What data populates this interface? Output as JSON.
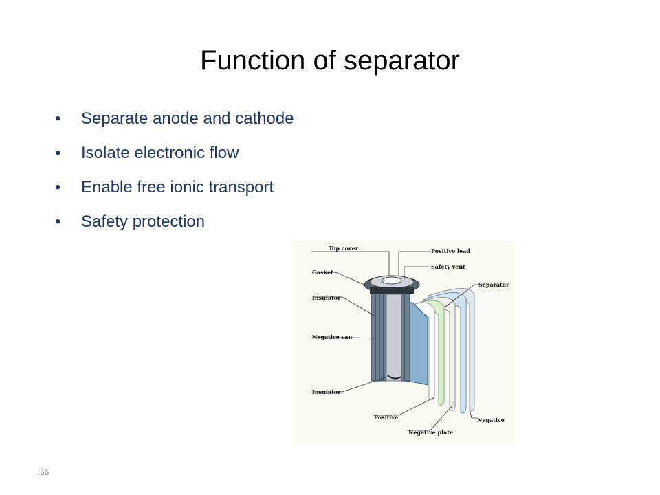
{
  "slide": {
    "title": "Function of separator",
    "bullets": [
      "Separate anode and cathode",
      "Isolate electronic flow",
      "Enable free ionic transport",
      "Safety protection"
    ],
    "bullet_glyph": "•",
    "bullet_color": "#1f3864",
    "page_number": "66"
  },
  "figure": {
    "labels": {
      "top_cover": "Top cover",
      "positive_lead": "Positive lead",
      "safety_vent": "Safety vent",
      "gasket": "Gasket",
      "separator": "Separator",
      "insulator_top": "Insulator",
      "negative_can": "Negative can",
      "insulator_bottom": "Insulator",
      "positive": "Positive",
      "negative": "Negative",
      "negative_plate": "Negative plate"
    }
  }
}
